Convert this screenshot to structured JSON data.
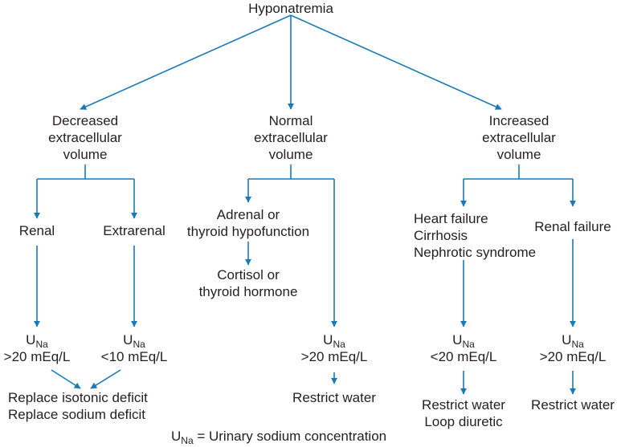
{
  "diagram": {
    "title": "Hyponatremia",
    "edge_color": "#1a7ab8",
    "branches": {
      "decreased": {
        "label": [
          "Decreased",
          "extracellular",
          "volume"
        ],
        "renal": "Renal",
        "extrarenal": "Extrarenal",
        "renal_una": {
          "u": "U",
          "sub": "Na",
          "value": ">20 mEq/L"
        },
        "extrarenal_una": {
          "u": "U",
          "sub": "Na",
          "value": "<10 mEq/L"
        },
        "treatment": [
          "Replace isotonic deficit",
          "Replace sodium deficit"
        ]
      },
      "normal": {
        "label": [
          "Normal",
          "extracellular",
          "volume"
        ],
        "adrenal": [
          "Adrenal or",
          "thyroid hypofunction"
        ],
        "adrenal_treatment": [
          "Cortisol or",
          "thyroid hormone"
        ],
        "una": {
          "u": "U",
          "sub": "Na",
          "value": ">20 mEq/L"
        },
        "treatment": "Restrict water"
      },
      "increased": {
        "label": [
          "Increased",
          "extracellular",
          "volume"
        ],
        "conditions": [
          "Heart failure",
          "Cirrhosis",
          "Nephrotic syndrome"
        ],
        "renal_failure": "Renal failure",
        "conditions_una": {
          "u": "U",
          "sub": "Na",
          "value": "<20 mEq/L"
        },
        "renal_failure_una": {
          "u": "U",
          "sub": "Na",
          "value": ">20 mEq/L"
        },
        "conditions_treatment": [
          "Restrict water",
          "Loop diuretic"
        ],
        "renal_failure_treatment": "Restrict water"
      }
    },
    "legend": {
      "u": "U",
      "sub": "Na",
      "text": " = Urinary sodium concentration"
    }
  }
}
